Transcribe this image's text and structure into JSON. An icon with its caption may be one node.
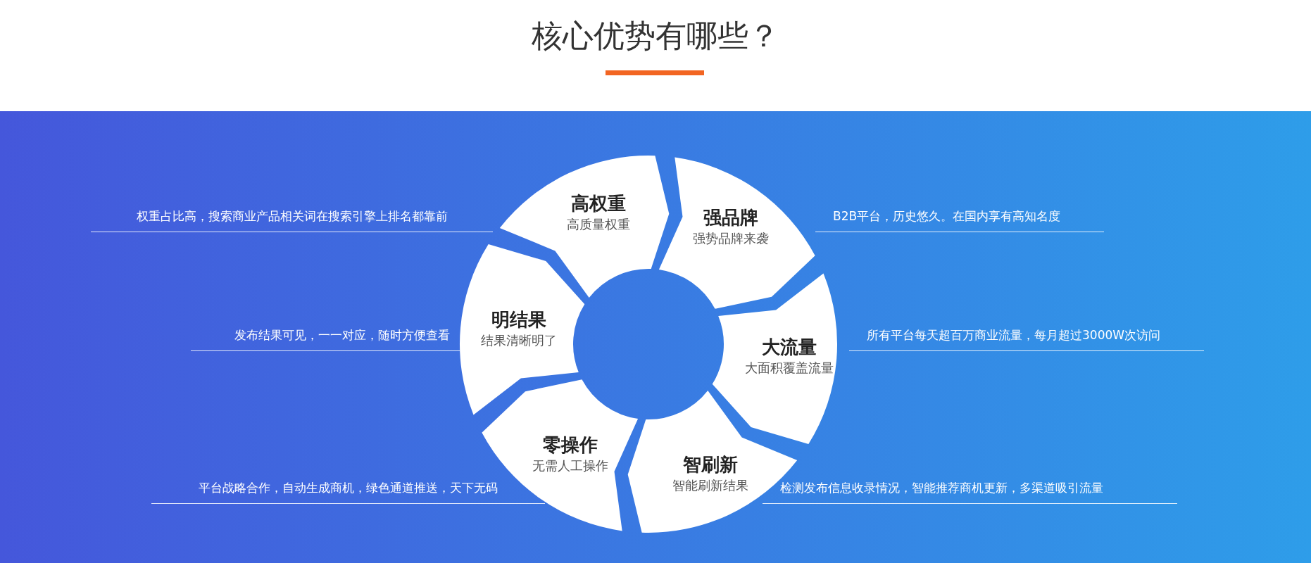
{
  "diagram": {
    "title": "核心优势有哪些？",
    "nodes": [
      {
        "text": [
          "高权重",
          "高质量权重"
        ]
      },
      {
        "text": [
          "强品牌",
          "强势品牌来袭"
        ]
      },
      {
        "text": [
          "大流量",
          "大面积覆盖流量"
        ]
      },
      {
        "text": [
          "智刷新",
          "智能刷新结果"
        ]
      },
      {
        "text": [
          "零操作",
          "无需人工操作"
        ]
      },
      {
        "text": [
          "明结果",
          "结果清晰明了"
        ]
      }
    ],
    "edges": [],
    "labels": [
      "权重占比高，搜索商业产品相关词在搜索引擎上排名都靠前",
      "B2B平台，历史悠久。在国内享有高知名度",
      "发布结果可见，一一对应，随时方便查看",
      "所有平台每天超百万商业流量，每月超过3000W次访问",
      "平台战略合作，自动生成商机，绿色通道推送，天下无码",
      "检测发布信息收录情况，智能推荐商机更新，多渠道吸引流量"
    ]
  }
}
